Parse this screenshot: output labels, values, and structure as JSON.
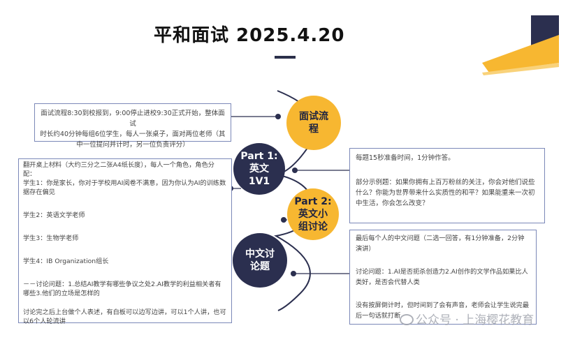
{
  "title": "平和面试  2025.4.20",
  "nodes": {
    "process": [
      "面试流",
      "程"
    ],
    "part1": [
      "Part 1:",
      "英文",
      "1V1"
    ],
    "part2": [
      "Part 2:",
      "英文小",
      "组讨论"
    ],
    "chinese": [
      "中文讨",
      "论题"
    ]
  },
  "process_box": {
    "lines": [
      "面试流程8:30到校报到，9:00停止进校9:30正式开始，整体面试",
      "时长约40分钟每组6位学生，每人一张桌子，面对两位老师（其",
      "中一位提问并计时，另一位负责评分）"
    ]
  },
  "english_box": {
    "intro": "翻开桌上材料（大约三分之二张A4纸长度），每人一个角色，角色分配：",
    "student1": "学生1：你是家长，你对于学校用AI阅卷不满意，因为你认为AI的训练数据存在偏见",
    "student2": "学生2：英语文学老师",
    "student3": "学生3：生物学老师",
    "student4": "学生4：IB  Organization组长",
    "discussion": "－－讨论问题：1.总结AI教学有哪些争议之处2.AI教学的利益相关者有哪些3.他们的立场是怎样的",
    "closing": "讨论完之后上台做个人表述，有白板可以边写边讲，可以1个人讲，也可以6个人轮流讲"
  },
  "right_box1": {
    "prep": "每题15秒准备时间，1分钟作答。",
    "examples": "部分示例题：如果你拥有上百万粉丝的关注，你会对他们说些什么？你能为世界带来什么实质性的和平？如果能重来一次初中生活，你会怎么改变？"
  },
  "right_box2": {
    "intro": "最后每个人的中文问题（二选一回答，有1分钟准备，2分钟演讲）",
    "question": "讨论问题：1.AI是否扼杀创造力2.AI创作的文学作品如果比人类好，是否会代替人类",
    "note": "没有按屏倒计时，但时间到了会有声音，老师会让学生说完最后一句话就打断"
  },
  "watermark": "公众号 · 上海樱花教育",
  "colors": {
    "navy": "#2b2f4f",
    "yellow": "#f7b731",
    "box_border": "#7b88b8"
  }
}
